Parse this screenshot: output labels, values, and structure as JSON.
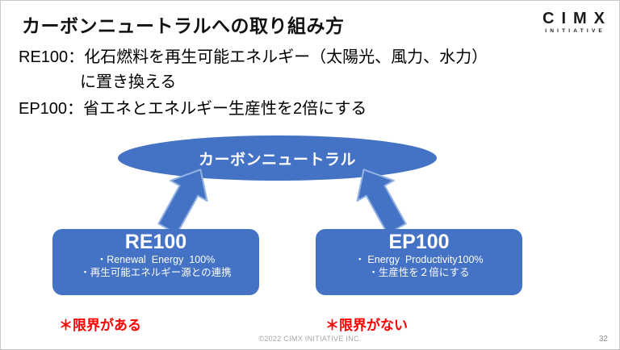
{
  "slide": {
    "title": "カーボンニュートラルへの取り組み方",
    "logo": {
      "text": "CIMX",
      "subtext": "INITIATIVE"
    },
    "bullets": {
      "re100_line1": "RE100：化石燃料を再生可能エネルギー（太陽光、風力、水力）",
      "re100_line2": "に置き換える",
      "ep100_line": "EP100：省エネとエネルギー生産性を2倍にする"
    },
    "diagram": {
      "ellipse_label": "カーボンニュートラル",
      "left_box": {
        "title": "RE100",
        "line1": "・Renewal  Energy  100%",
        "line2": "・再生可能エネルギー源との連携",
        "note": "＊限界がある"
      },
      "right_box": {
        "title": "EP100",
        "line1": "・ Energy  Productivity100%",
        "line2": "・生産性を２倍にする",
        "note": "＊限界がない"
      }
    },
    "footer": {
      "copyright": "©2022 CIMX INITIATIVE INC.",
      "page_number": "32"
    },
    "colors": {
      "shape_blue": "#4472C4",
      "note_red": "#FF0000"
    }
  }
}
